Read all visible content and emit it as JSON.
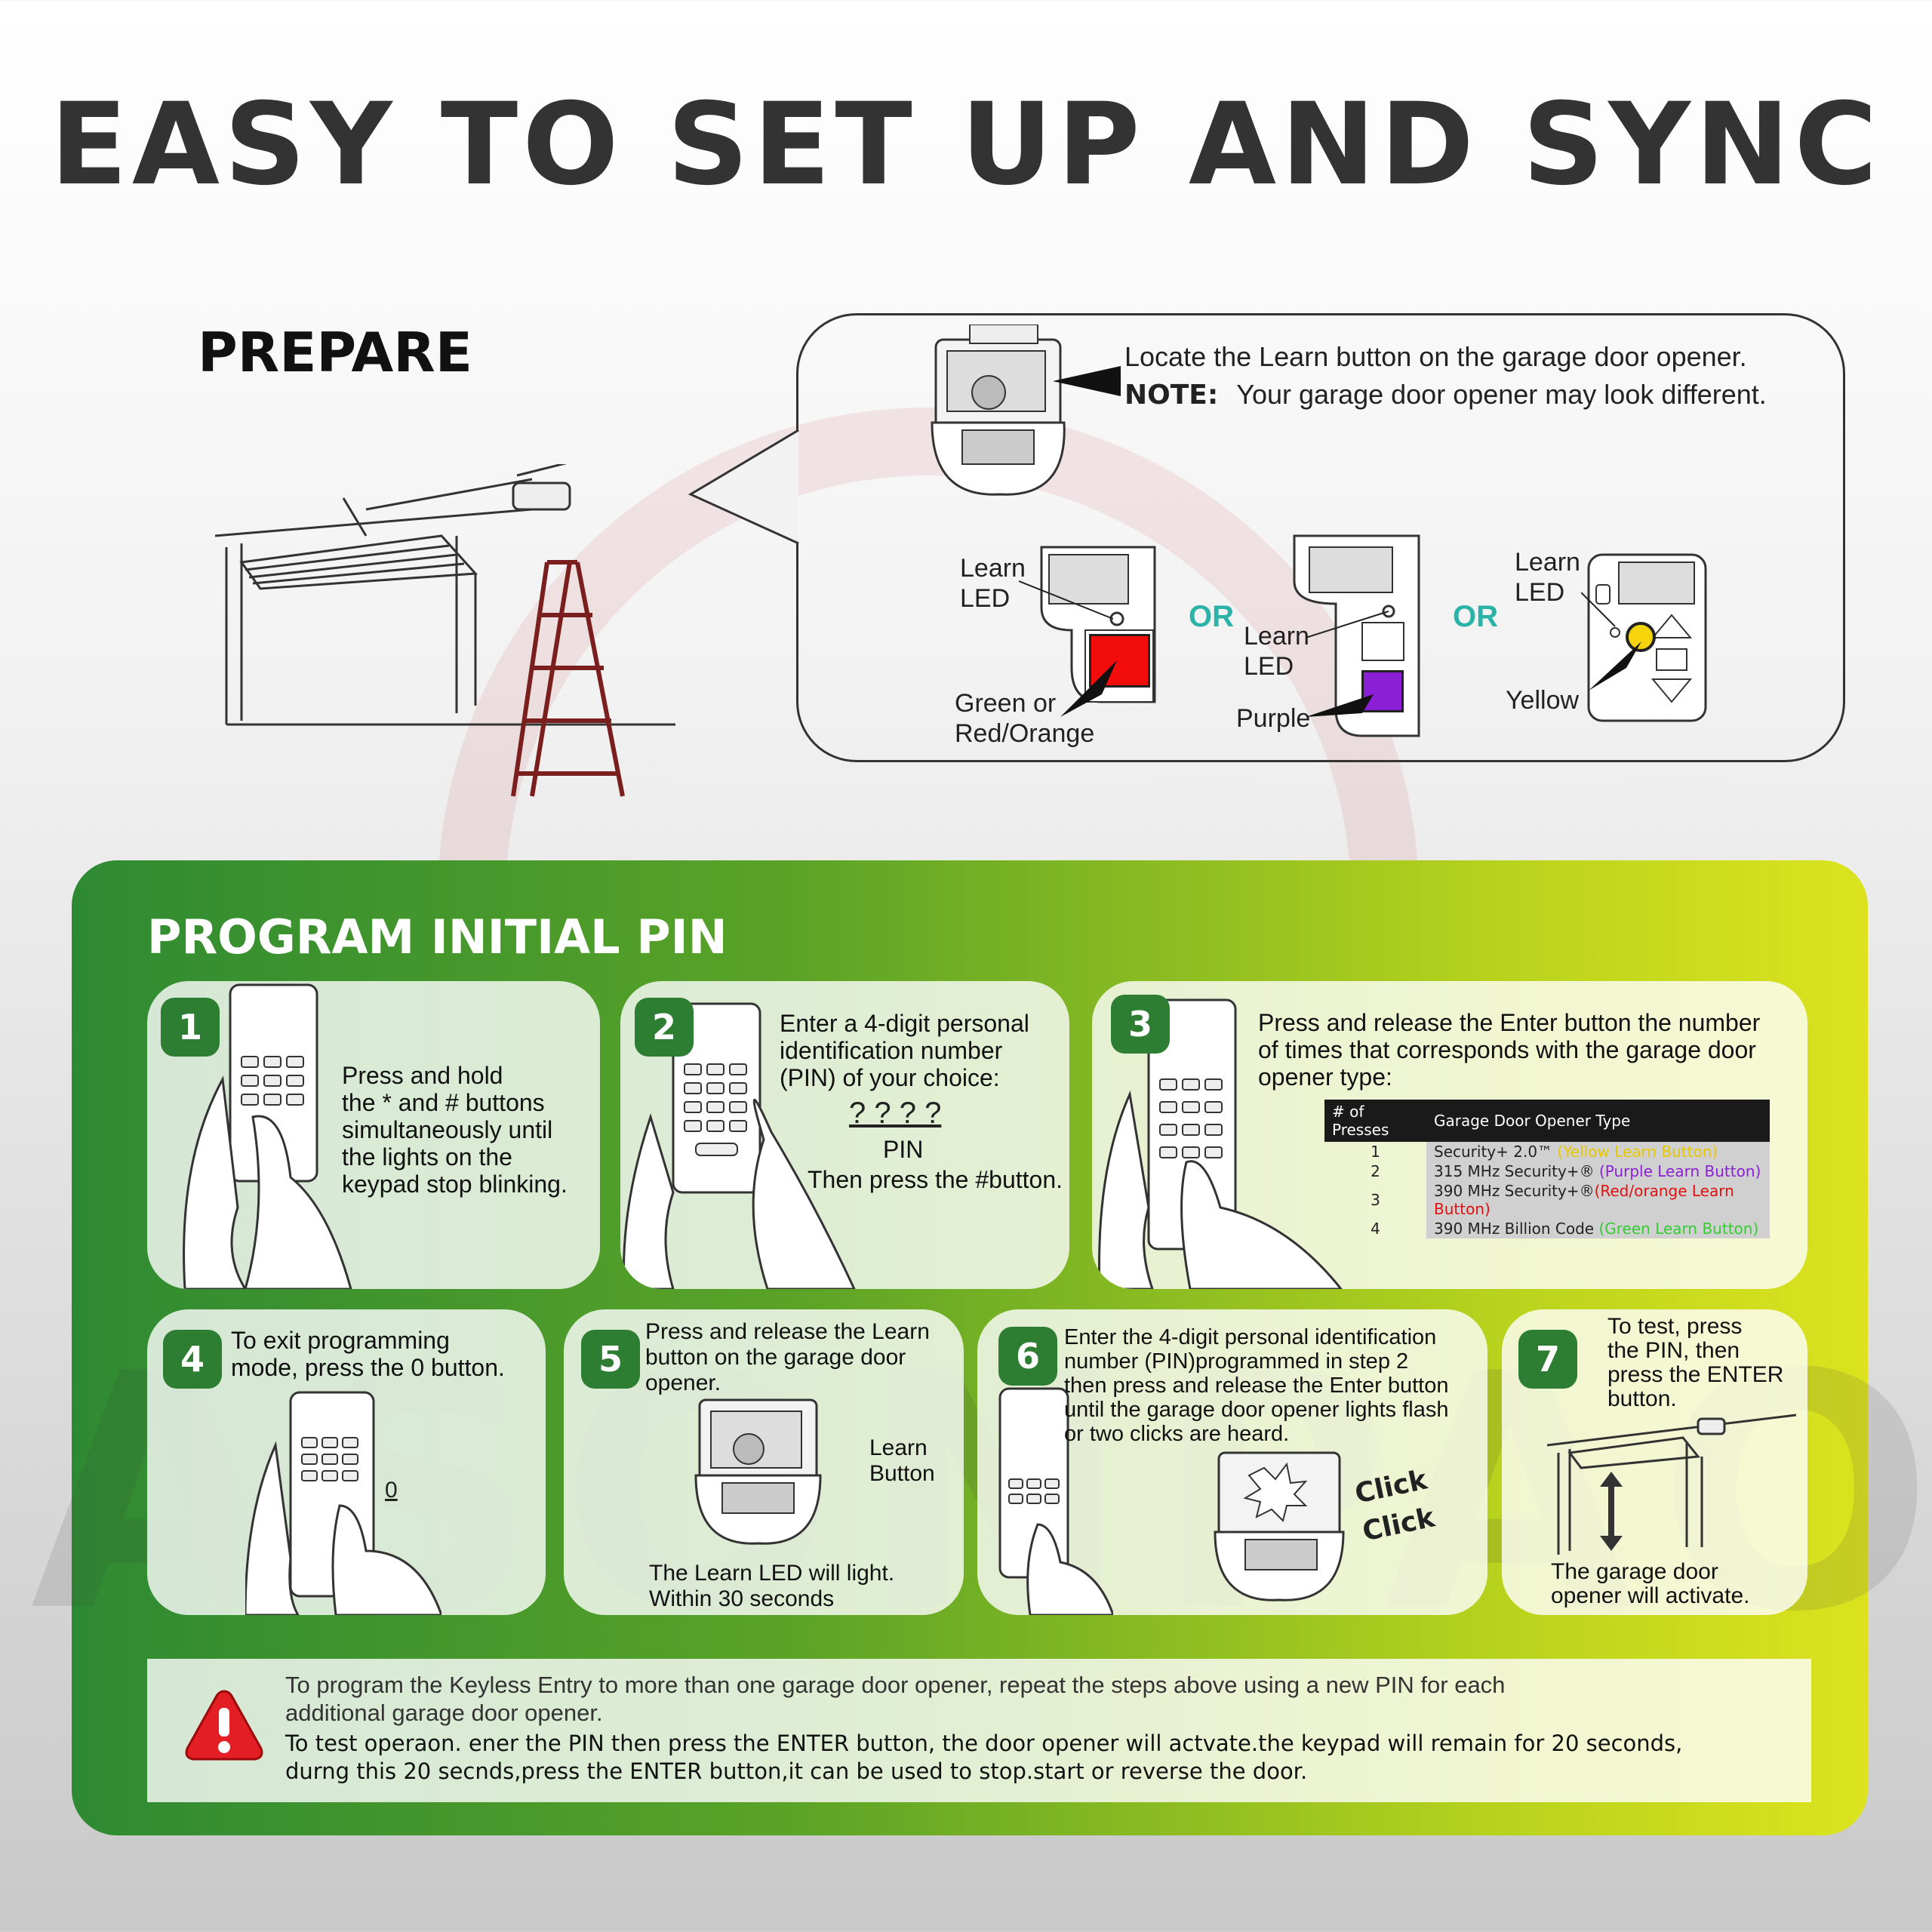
{
  "title": "EASY TO SET UP AND SYNC",
  "watermark": "ASONPAO",
  "prepare": {
    "heading": "PREPARE",
    "locate_text": "Locate the Learn button on the garage door opener.",
    "note_label": "NOTE:",
    "note_text": "Your garage door opener may look different.",
    "opener1": {
      "led_label": "Learn\nLED",
      "button_label": "Green or\nRed/Orange",
      "button_color": "#f20c0c"
    },
    "or_label": "OR",
    "opener2": {
      "led_label": "Learn\nLED",
      "button_label": "Purple",
      "button_color": "#8b1fd6"
    },
    "opener3": {
      "led_label": "Learn\nLED",
      "button_label": "Yellow",
      "button_color": "#f5d40b"
    }
  },
  "program": {
    "heading": "PROGRAM INITIAL PIN",
    "steps": [
      {
        "number": "1",
        "text": "Press and hold\nthe * and # buttons\nsimultaneously until\nthe lights on the\nkeypad stop blinking."
      },
      {
        "number": "2",
        "text": "Enter a 4-digit personal\nidentification number\n(PIN) of your choice:",
        "pin_marks": "? ? ? ?",
        "pin_label": "PIN",
        "then_text": "Then press the #button."
      },
      {
        "number": "3",
        "text": "Press and release the Enter button the number\nof times that corresponds with the garage door\nopener type:",
        "table": {
          "headers": [
            "# of Presses",
            "Garage Door Opener Type"
          ],
          "rows": [
            {
              "presses": "1",
              "type": "Security+ 2.0™",
              "note": "(Yellow Learn Button)",
              "note_color": "#e6c700"
            },
            {
              "presses": "2",
              "type": "315 MHz Security+®",
              "note": "(Purple Learn Button)",
              "note_color": "#8b1fd6"
            },
            {
              "presses": "3",
              "type": "390 MHz Security+®",
              "note": "(Red/orange Learn Button)",
              "note_color": "#e01010"
            },
            {
              "presses": "4",
              "type": "390 MHz Billion Code",
              "note": "(Green Learn Button)",
              "note_color": "#33cc33"
            }
          ]
        }
      },
      {
        "number": "4",
        "text": "To exit programming\nmode, press the 0 button.",
        "digit": "0"
      },
      {
        "number": "5",
        "text": "Press and release the Learn\nbutton on the garage door\nopener.",
        "learn_label": "Learn\nButton",
        "bottom_text": "The Learn LED will light.\nWithin 30 seconds"
      },
      {
        "number": "6",
        "text": "Enter the 4-digit personal identification\nnumber (PIN)programmed in step 2\nthen press and release the Enter button\nuntil the garage door opener lights flash\nor two clicks are heard.",
        "click1": "Click",
        "click2": "Click"
      },
      {
        "number": "7",
        "text": "To test, press\nthe PIN, then\npress the ENTER\nbutton.",
        "bottom_text": "The garage door\nopener will activate."
      }
    ],
    "warning": {
      "line1": "To program the Keyless Entry to more than one garage door opener, repeat the steps above using a new PIN for each\nadditional garage door opener.",
      "line2": "To test operaon. ener the PIN then press the ENTER button, the door opener will actvate.the keypad will remain for 20 seconds,\ndurng this 20 secnds,press the ENTER button,it can be used to stop.start or reverse the door."
    }
  }
}
